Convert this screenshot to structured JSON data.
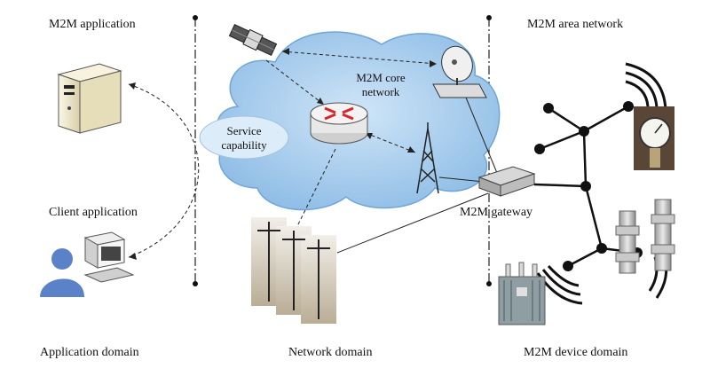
{
  "labels": {
    "m2m_application": "M2M application",
    "client_application": "Client application",
    "application_domain": "Application domain",
    "m2m_core_network_line1": "M2M core",
    "m2m_core_network_line2": "network",
    "service_capability_line1": "Service",
    "service_capability_line2": "capability",
    "network_domain": "Network domain",
    "m2m_area_network": "M2M area network",
    "m2m_gateway": "M2M gateway",
    "m2m_device_domain": "M2M device domain"
  },
  "colors": {
    "cloud": "#9ec8ea",
    "cloud_edge": "#6fa6d6",
    "bubble": "#dcecf8",
    "line": "#222222",
    "router": "#e8e8e8",
    "router_arrows": "#d8262b",
    "server": "#f3ecd0",
    "person": "#5b82c8"
  }
}
